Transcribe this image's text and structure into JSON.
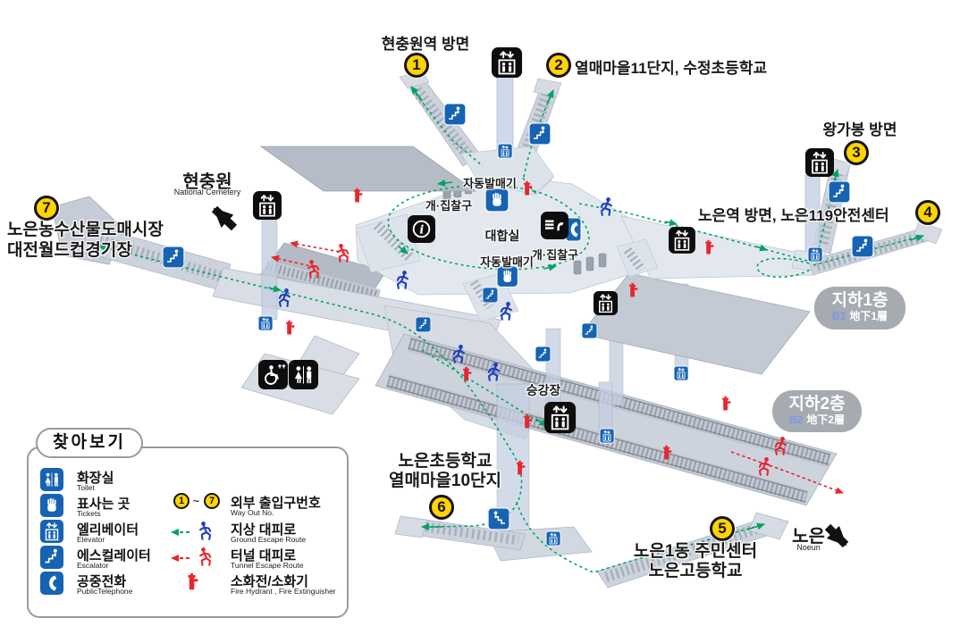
{
  "exits": [
    {
      "no": "1",
      "label": "현충원역 방면"
    },
    {
      "no": "2",
      "label": "열매마을11단지, 수정초등학교"
    },
    {
      "no": "3",
      "label": "왕가봉 방면"
    },
    {
      "no": "4",
      "label": "노은역 방면, 노은119안전센터"
    },
    {
      "no": "5",
      "label": "노은1동 주민센터\n노은고등학교"
    },
    {
      "no": "6",
      "label": "노은초등학교\n열매마을10단지"
    },
    {
      "no": "7",
      "label": "노은농수산물도매시장\n대전월드컵경기장"
    }
  ],
  "directions": {
    "cemetery": {
      "ko": "현충원",
      "en": "National Cemetery"
    },
    "noeun": {
      "ko": "노은",
      "en": "Noeun"
    }
  },
  "floors": {
    "b1": {
      "ko": "지하1층",
      "code": "B1",
      "cjk": "地下1層"
    },
    "b2": {
      "ko": "지하2층",
      "code": "B2",
      "cjk": "地下2層"
    }
  },
  "interior": {
    "ticket_machine_upper": "자동발매기",
    "gates_upper": "개·집찰구",
    "waiting_room": "대합실",
    "gates_lower": "개·집찰구",
    "ticket_machine_lower": "자동발매기",
    "platform": "승강장"
  },
  "legend": {
    "title": "찾아보기",
    "items": [
      {
        "ko": "화장실",
        "en": "Toilet"
      },
      {
        "ko": "표사는 곳",
        "en": "Tickets"
      },
      {
        "ko": "엘리베이터",
        "en": "Elevator"
      },
      {
        "ko": "에스컬레이터",
        "en": "Escalator"
      },
      {
        "ko": "공중전화",
        "en": "PublicTelephone"
      }
    ],
    "items2": [
      {
        "from": "1",
        "tilde": "~",
        "to": "7",
        "ko": "외부 출입구번호",
        "en": "Way Out No."
      },
      {
        "ko": "지상 대피로",
        "en": "Ground Escape Route"
      },
      {
        "ko": "터널 대피로",
        "en": "Tunnel Escape Route"
      },
      {
        "ko": "소화전/소화기",
        "en": "Fire Hydrant , Fire Extinguisher"
      }
    ]
  },
  "colors": {
    "exit_yellow": "#ffd400",
    "icon_blue": "#1663b4",
    "route_green": "#00a362",
    "escape_red": "#e8262d",
    "badge_gray": "#a6abb2"
  }
}
